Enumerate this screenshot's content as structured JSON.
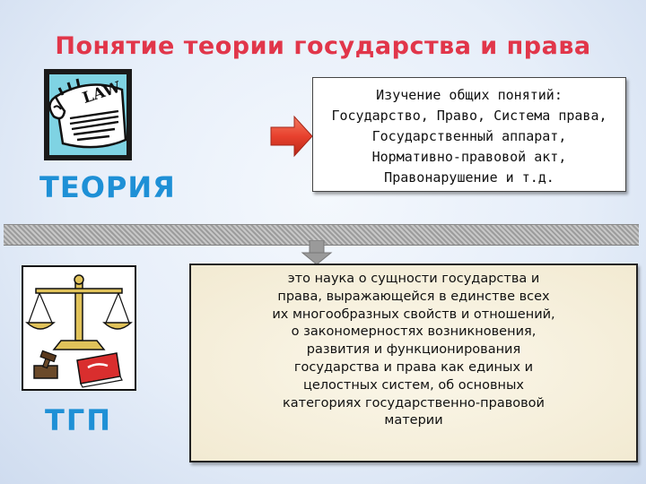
{
  "title": "Понятие теории государства и права",
  "law_icon": {
    "icon": "law-scroll-icon",
    "text": "LAW"
  },
  "labels": {
    "theory": "ТЕОРИЯ",
    "tgp": "ТГП"
  },
  "study_box": {
    "lines": [
      "Изучение общих понятий:",
      "Государство, Право, Система права,",
      "Государственный аппарат,",
      "Нормативно-правовой акт,",
      "Правонарушение и т.д."
    ]
  },
  "definition_box": {
    "lines": [
      "это наука о сущности государства и",
      "права, выражающейся в единстве всех",
      "их многообразных свойств и отношений,",
      "о закономерностях возникновения,",
      "развития и функционирования",
      "государства и права как единых и",
      "целостных систем, об основных",
      "категориях государственно-правовой",
      "материи"
    ]
  },
  "colors": {
    "title": "#e1364a",
    "labels": "#1e90d6",
    "arrow": "#e8412e"
  },
  "icons": [
    "law-scroll-icon",
    "right-arrow-icon",
    "scales-of-justice-icon",
    "gavel-icon",
    "book-icon"
  ]
}
